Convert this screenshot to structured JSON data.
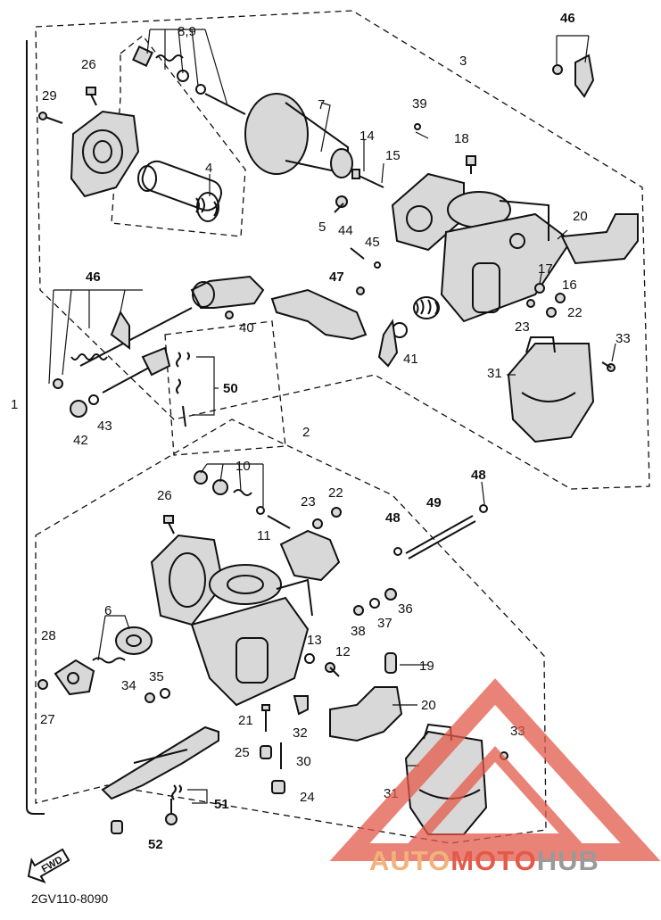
{
  "diagram": {
    "drawing_code": "2GV110-8090",
    "fwd_label": "FWD",
    "callouts": {
      "c1": "1",
      "c2": "2",
      "c3": "3",
      "c4": "4",
      "c5": "5",
      "c6": "6",
      "c7": "7",
      "c8_9": "8,9",
      "c10": "10",
      "c11": "11",
      "c12": "12",
      "c13": "13",
      "c14": "14",
      "c15": "15",
      "c16": "16",
      "c17": "17",
      "c18": "18",
      "c19": "19",
      "c20a": "20",
      "c20b": "20",
      "c21": "21",
      "c22a": "22",
      "c22b": "22",
      "c23a": "23",
      "c23b": "23",
      "c24": "24",
      "c25": "25",
      "c26a": "26",
      "c26b": "26",
      "c27": "27",
      "c28": "28",
      "c29": "29",
      "c30": "30",
      "c31a": "31",
      "c31b": "31",
      "c32": "32",
      "c33a": "33",
      "c33b": "33",
      "c34": "34",
      "c35": "35",
      "c36": "36",
      "c37": "37",
      "c38": "38",
      "c39": "39",
      "c40": "40",
      "c41": "41",
      "c42": "42",
      "c43": "43",
      "c44": "44",
      "c45": "45",
      "c46a": "46",
      "c46b": "46",
      "c47": "47",
      "c48a": "48",
      "c48b": "48",
      "c49": "49",
      "c50": "50",
      "c51": "51",
      "c52": "52"
    }
  },
  "watermark": {
    "part1": "AUTO",
    "part2": "MOTO",
    "part3": "HUB",
    "color_orange": "#f2b27a",
    "color_red": "#e45a4a",
    "color_gray": "#9a9a9a"
  }
}
